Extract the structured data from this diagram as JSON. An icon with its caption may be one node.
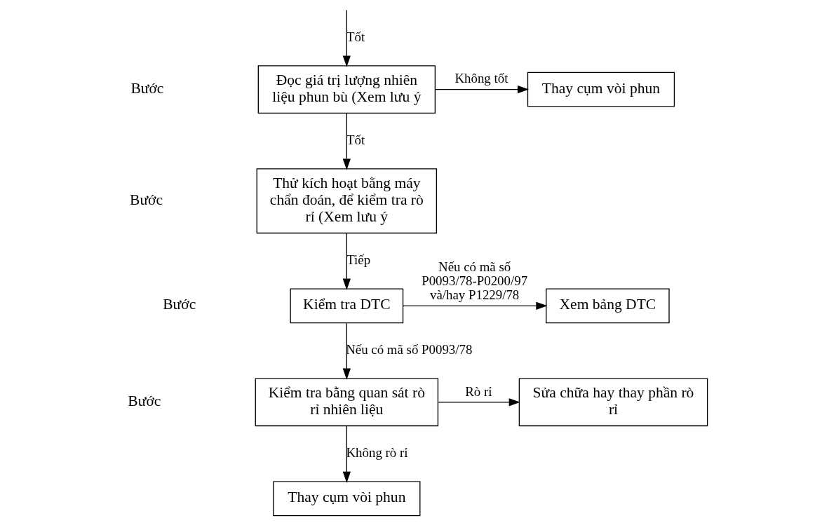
{
  "diagram": {
    "nodes": [
      {
        "text": [
          "Đọc giá trị lượng nhiên liệu phun bù (Xem lưu ý"
        ]
      },
      {
        "text": [
          "Thay cụm vòi phun"
        ]
      },
      {
        "text": [
          "Thử kích hoạt bằng máy chẩn đoán, để kiểm tra rò rỉ (Xem lưu ý"
        ]
      },
      {
        "text": [
          "Kiểm tra DTC"
        ]
      },
      {
        "text": [
          "Xem bảng DTC"
        ]
      },
      {
        "text": [
          "Kiểm tra bằng quan sát rò rỉ nhiên liệu"
        ]
      },
      {
        "text": [
          "Sửa chữa hay thay phần rò rỉ"
        ]
      },
      {
        "text": [
          "Thay cụm vòi phun"
        ]
      }
    ],
    "edges": [
      {
        "from": null,
        "to": 0,
        "arrow": "to",
        "label": "Tốt"
      },
      {
        "from": 0,
        "to": 1,
        "arrow": "to",
        "label": "Không tốt"
      },
      {
        "from": 0,
        "to": 2,
        "arrow": "to",
        "label": "Tốt"
      },
      {
        "from": 2,
        "to": 3,
        "arrow": "to",
        "label": "Tiếp"
      },
      {
        "from": 3,
        "to": 4,
        "arrow": "to",
        "label": "Nếu có mã số P0093/78-P0200/97 và/hay P1229/78"
      },
      {
        "from": 3,
        "to": 5,
        "arrow": "to",
        "label": "Nếu có mã số P0093/78"
      },
      {
        "from": 5,
        "to": 6,
        "arrow": "to",
        "label": "Rò rỉ"
      },
      {
        "from": 5,
        "to": 7,
        "arrow": "to",
        "label": "Không rò rỉ"
      }
    ],
    "labels": [
      "Bước",
      "Bước",
      "Bước",
      "Bước"
    ]
  }
}
